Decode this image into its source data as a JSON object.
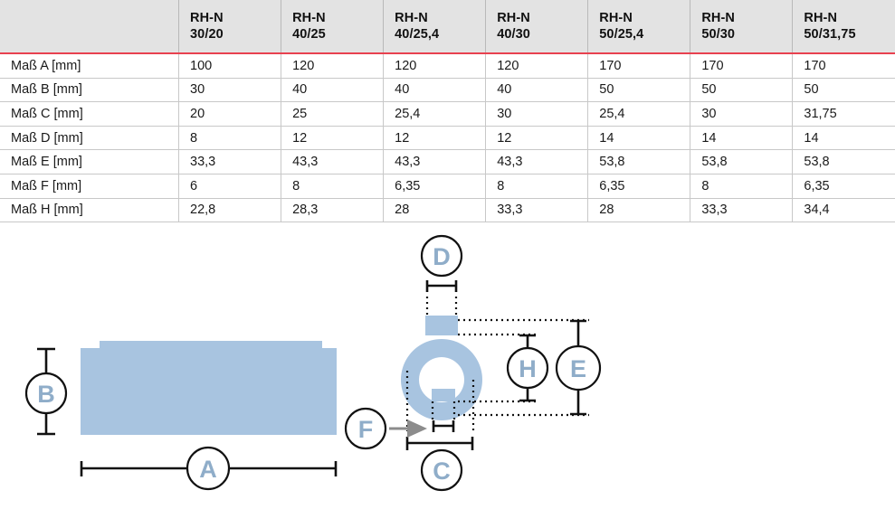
{
  "table": {
    "corner_label": "",
    "columns": [
      {
        "line1": "RH-N",
        "line2": "30/20"
      },
      {
        "line1": "RH-N",
        "line2": "40/25"
      },
      {
        "line1": "RH-N",
        "line2": "40/25,4"
      },
      {
        "line1": "RH-N",
        "line2": "40/30"
      },
      {
        "line1": "RH-N",
        "line2": "50/25,4"
      },
      {
        "line1": "RH-N",
        "line2": "50/30"
      },
      {
        "line1": "RH-N",
        "line2": "50/31,75"
      }
    ],
    "rows": [
      {
        "label": "Maß A [mm]",
        "values": [
          "100",
          "120",
          "120",
          "120",
          "170",
          "170",
          "170"
        ]
      },
      {
        "label": "Maß B [mm]",
        "values": [
          "30",
          "40",
          "40",
          "40",
          "50",
          "50",
          "50"
        ]
      },
      {
        "label": "Maß C [mm]",
        "values": [
          "20",
          "25",
          "25,4",
          "30",
          "25,4",
          "30",
          "31,75"
        ]
      },
      {
        "label": "Maß D [mm]",
        "values": [
          "8",
          "12",
          "12",
          "12",
          "14",
          "14",
          "14"
        ]
      },
      {
        "label": "Maß E [mm]",
        "values": [
          "33,3",
          "43,3",
          "43,3",
          "43,3",
          "53,8",
          "53,8",
          "53,8"
        ]
      },
      {
        "label": "Maß F [mm]",
        "values": [
          "6",
          "8",
          "6,35",
          "8",
          "6,35",
          "8",
          "6,35"
        ]
      },
      {
        "label": "Maß H [mm]",
        "values": [
          "22,8",
          "28,3",
          "28",
          "33,3",
          "28",
          "33,3",
          "34,4"
        ]
      }
    ]
  },
  "diagram": {
    "callouts": {
      "a": "A",
      "b": "B",
      "c": "C",
      "d": "D",
      "e": "E",
      "f": "F",
      "h": "H"
    }
  },
  "colors": {
    "header_bg": "#e3e3e3",
    "accent_rule": "#e8414f",
    "part_fill": "#a8c4e0",
    "callout_text": "#8fadc9",
    "grid_line": "#c8c8c8",
    "arrow": "#8c8c8c"
  }
}
